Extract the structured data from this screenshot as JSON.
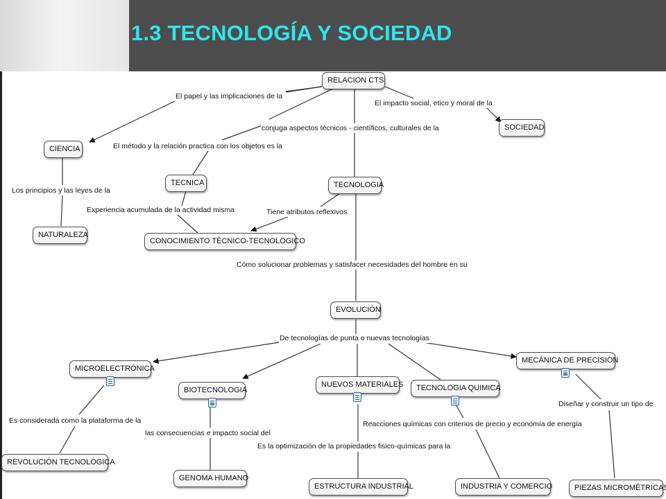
{
  "slide": {
    "title": "1.3 TECNOLOGÍA Y SOCIEDAD",
    "title_color": "#2ee6ef",
    "header_color": "#4d4d4d"
  },
  "nodes": {
    "relacion_cts": "RELACION CTS",
    "ciencia": "CIENCIA",
    "sociedad": "SOCIEDAD",
    "tecnica": "TECNICA",
    "tecnologia": "TECNOLOGIA",
    "naturaleza": "NATURALEZA",
    "conocimiento": "CONOCIMIENTO TÈCNICO-TECNOLÒGICO",
    "evolucion": "EVOLUCIÓN",
    "microelectronica": "MICROELECTRÓNICA",
    "mecanica": "MECÁNICA DE PRECISIÓN",
    "biotecnologia": "BIOTECNOLOGIA",
    "nuevos_materiales": "NUEVOS MATERIALES",
    "tecnologia_quimica": "TECNOLOGIA QUIMICA",
    "revolucion": "REVOLUCIÓN TECNOLÓGICA",
    "genoma": "GENOMA HUMANO",
    "estructura": "ESTRUCTURA INDUSTRIAL",
    "industria": "INDUSTRIA Y COMERCIO",
    "piezas": "PIEZAS MICROMÉTRICAS"
  },
  "links": {
    "papel": "El papel y las implicaciones de la",
    "impacto": "El impacto social, etico y moral de la",
    "conjuga": "conjuga aspectos técnicos - científicos, culturales de la",
    "metodo": "El método y la relación practica con los objetos es la",
    "principios": "Los principios y las leyes de la",
    "experiencia": "Experiencia acumulada de la actividad misma",
    "atributos": "Tiene atributos reflexivos",
    "como": "Cómo solucionar problemas y satisfacer necesidades del hombre en su",
    "punta": "De tecnologías de punta o nuevas tecnologías",
    "plataforma": "Es considerada como la plataforma de la",
    "consecuencias": "las consecuencias e impacto social del",
    "optimizacion": "Es la optimización de la propiedades fisico-químicas para la",
    "reacciones": "Reacciones químicas con criterios de precio y economía de energía",
    "disenar": "Diseñar y construir un tipo de"
  },
  "icons": {
    "microelectronica": "document-icon",
    "biotecnologia": "image-icon",
    "nuevos_materiales": "document-icon",
    "tecnologia_quimica": "document-icon",
    "mecanica": "image-icon"
  }
}
